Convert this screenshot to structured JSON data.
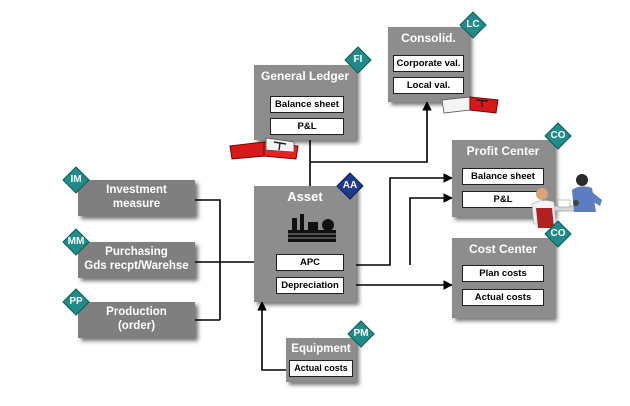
{
  "colors": {
    "box": "#8d8d8d",
    "teal_tag": "#1e8c8a",
    "blue_tag": "#1c3a8e",
    "book_red": "#d81919"
  },
  "modules": {
    "im": {
      "tag": "IM",
      "label_1": "Investment",
      "label_2": "measure"
    },
    "mm": {
      "tag": "MM",
      "label_1": "Purchasing",
      "label_2": "Gds recpt/Warehse"
    },
    "pp": {
      "tag": "PP",
      "label_1": "Production",
      "label_2": "(order)"
    }
  },
  "general_ledger": {
    "tag": "FI",
    "title": "General Ledger",
    "fields": [
      "Balance sheet",
      "P&L"
    ]
  },
  "consolid": {
    "tag": "LC",
    "title": "Consolid.",
    "fields": [
      "Corporate val.",
      "Local val."
    ]
  },
  "asset": {
    "tag": "AA",
    "title": "Asset",
    "fields": [
      "APC",
      "Depreciation"
    ]
  },
  "profit_center": {
    "tag": "CO",
    "title": "Profit Center",
    "fields": [
      "Balance sheet",
      "P&L"
    ]
  },
  "cost_center": {
    "tag": "CO",
    "title": "Cost Center",
    "fields": [
      "Plan costs",
      "Actual costs"
    ]
  },
  "equipment": {
    "tag": "PM",
    "title": "Equipment",
    "fields": [
      "Actual costs"
    ]
  },
  "icons": {
    "book": "ledger-book-icon",
    "factory": "factory-icon",
    "people": "meeting-people-icon"
  }
}
